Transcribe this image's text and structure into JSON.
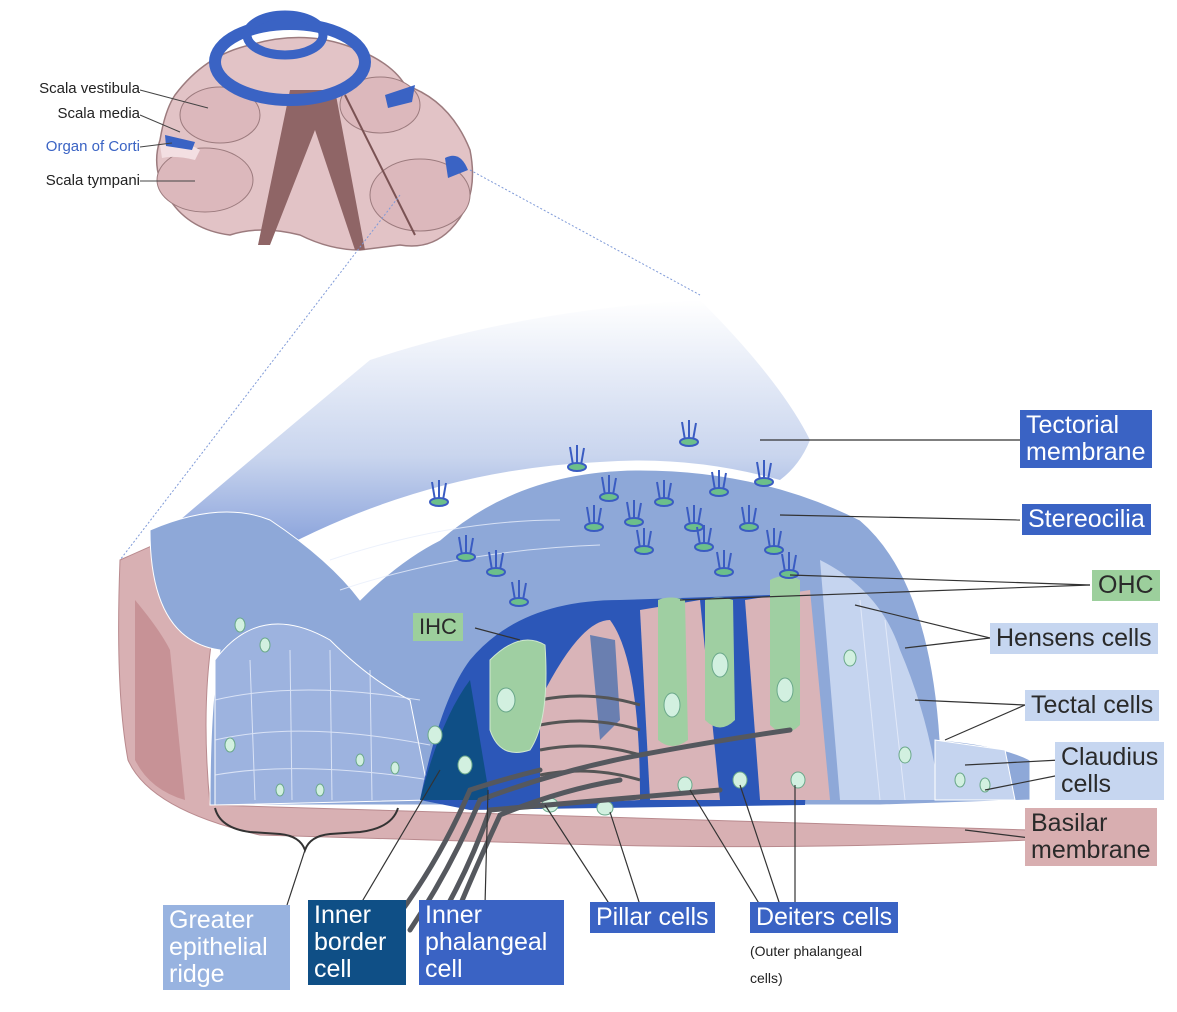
{
  "top_labels": {
    "scala_vestibula": "Scala vestibula",
    "scala_media": "Scala media",
    "organ_of_corti": "Organ of Corti",
    "scala_tympani": "Scala tympani"
  },
  "right_labels": {
    "tectorial_membrane": "Tectorial\nmembrane",
    "stereocilia": "Stereocilia",
    "ohc": "OHC",
    "hensens_cells": "Hensens cells",
    "tectal_cells": "Tectal cells",
    "claudius_cells": "Claudius\ncells",
    "basilar_membrane": "Basilar\nmembrane"
  },
  "ihc": "IHC",
  "bottom_labels": {
    "greater_epithelial_ridge": "Greater\nepithelial\nridge",
    "inner_border_cell": "Inner\nborder\ncell",
    "inner_phalangeal_cell": "Inner\nphalangeal\ncell",
    "pillar_cells": "Pillar cells",
    "deiters_cells": "Deiters cells",
    "deiters_note": "(Outer phalangeal\ncells)"
  },
  "colors": {
    "dark_blue": "#3a63c4",
    "navy": "#0f4f86",
    "pale_blue": "#c6d6f0",
    "pink": "#d8aeb0",
    "green": "#9ccf9c"
  }
}
